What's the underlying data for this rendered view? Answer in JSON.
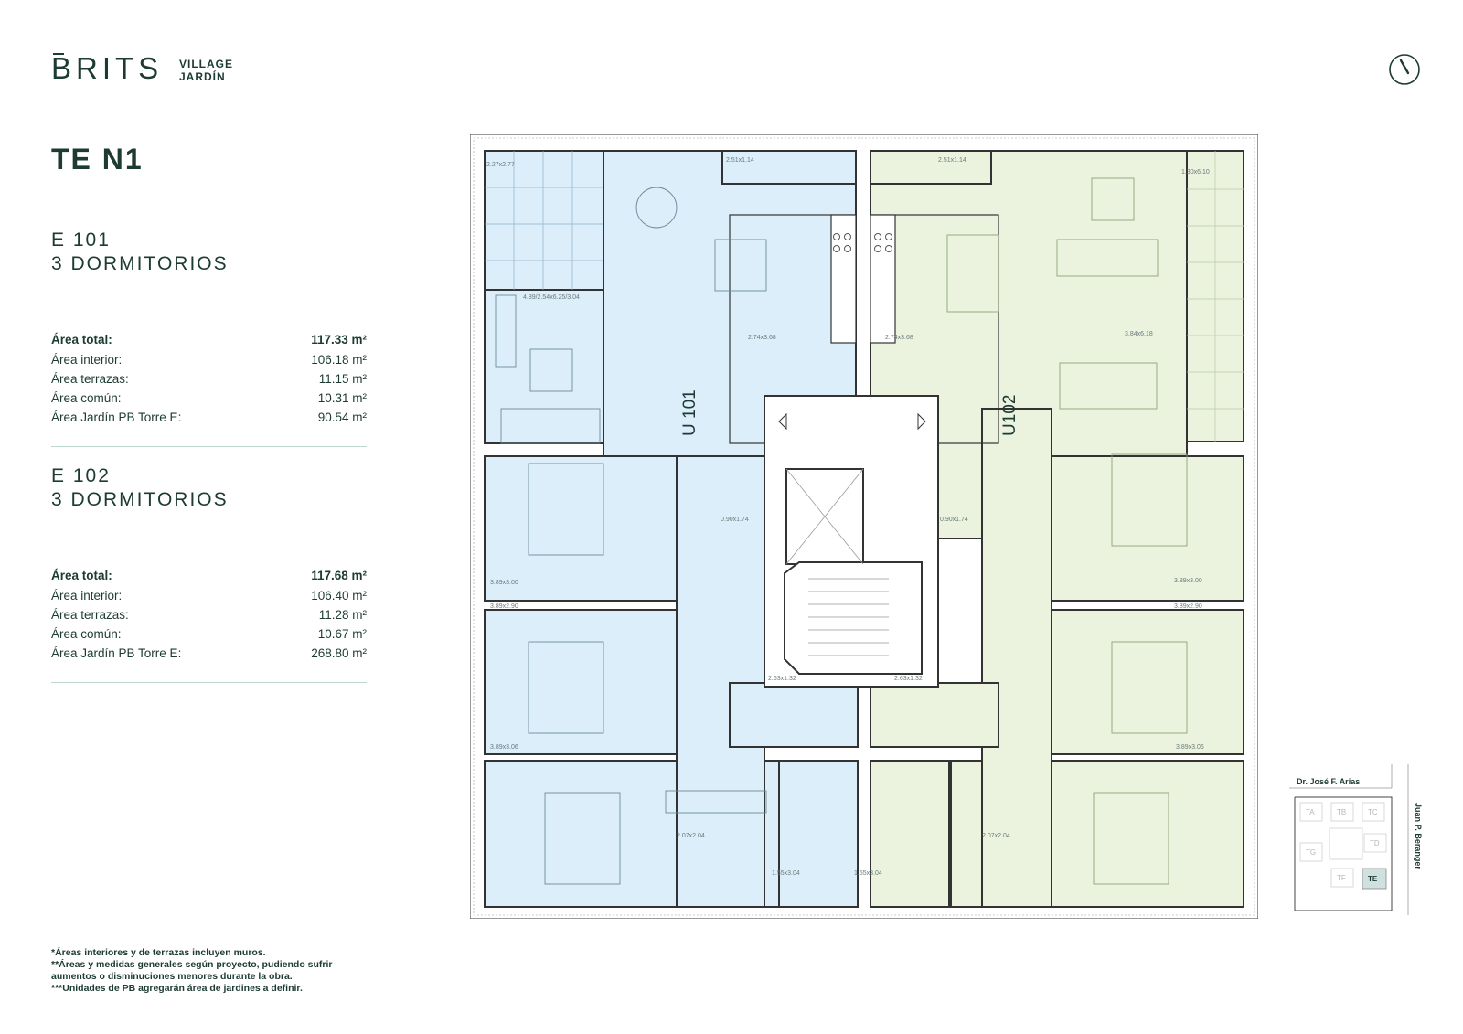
{
  "header": {
    "brand": "BRITS",
    "sub_line1": "VILLAGE",
    "sub_line2": "JARDÍN",
    "compass_label": "N"
  },
  "floor": {
    "title": "TE N1"
  },
  "units": [
    {
      "code": "E 101",
      "type": "3 DORMITORIOS",
      "rows": [
        {
          "label": "Área total:",
          "value": "117.33 m²"
        },
        {
          "label": "Área interior:",
          "value": "106.18 m²"
        },
        {
          "label": "Área terrazas:",
          "value": "11.15 m²"
        },
        {
          "label": "Área común:",
          "value": "10.31 m²"
        },
        {
          "label": "Área Jardín PB Torre E:",
          "value": "90.54 m²"
        }
      ]
    },
    {
      "code": "E 102",
      "type": "3 DORMITORIOS",
      "rows": [
        {
          "label": "Área total:",
          "value": "117.68 m²"
        },
        {
          "label": "Área interior:",
          "value": "106.40 m²"
        },
        {
          "label": "Área terrazas:",
          "value": "11.28 m²"
        },
        {
          "label": "Área común:",
          "value": "10.67 m²"
        },
        {
          "label": "Área Jardín PB Torre E:",
          "value": "268.80 m²"
        }
      ]
    }
  ],
  "footnotes": [
    "*Áreas interiores y de terrazas incluyen muros.",
    "**Áreas y medidas generales según proyecto, pudiendo sufrir",
    "aumentos o disminuciones menores durante la obra.",
    "***Unidades de PB agregarán área de jardines a definir."
  ],
  "plan": {
    "unit_left_label": "U 101",
    "unit_right_label": "U102",
    "rooms": [
      "2.27x2.77",
      "2.51x1.14",
      "2.51x1.14",
      "1.30x6.10",
      "4.89/2.54x6.25/3.04",
      "2.74x3.68",
      "2.74x3.68",
      "3.84x6.18",
      "0.90x1.74",
      "0.90x1.74",
      "3.89x3.00",
      "3.89x3.00",
      "3.89x2.90",
      "3.89x2.90",
      "2.63x1.32",
      "2.63x1.32",
      "3.89x3.06",
      "3.89x3.06",
      "2.07x2.04",
      "2.07x2.04",
      "1.55x3.04",
      "1.55x3.04"
    ]
  },
  "site_map": {
    "street_top": "Dr. José F. Arias",
    "street_right": "Juan P. Beranger",
    "towers": [
      "TA",
      "TB",
      "TC",
      "TD",
      "TE",
      "TF",
      "TG"
    ],
    "highlighted": "TE"
  },
  "colors": {
    "brand": "#1d3a33",
    "unit_101": "#dbeefa",
    "unit_102": "#ebf3df",
    "divider": "#bcd6cc"
  }
}
